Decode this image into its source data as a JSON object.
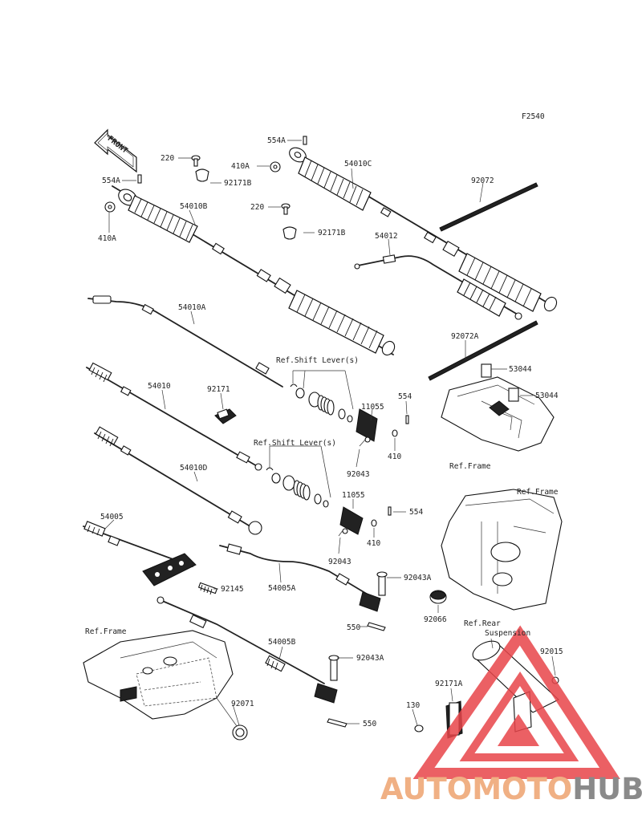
{
  "figure_id": "F2540",
  "front_label": "FRONT",
  "callouts": {
    "c554A_1": "554A",
    "c554A_2": "554A",
    "c220_1": "220",
    "c220_2": "220",
    "c410A_1": "410A",
    "c410A_2": "410A",
    "c92171B_1": "92171B",
    "c92171B_2": "92171B",
    "c54010C": "54010C",
    "c54010B": "54010B",
    "c92072": "92072",
    "c54012": "54012",
    "c54010A": "54010A",
    "c92072A": "92072A",
    "c53044_1": "53044",
    "c53044_2": "53044",
    "c54010": "54010",
    "c92171": "92171",
    "c11055_1": "11055",
    "c11055_2": "11055",
    "c554_1": "554",
    "c554_2": "554",
    "c410_1": "410",
    "c410_2": "410",
    "c92043_1": "92043",
    "c92043_2": "92043",
    "c54010D": "54010D",
    "c54005": "54005",
    "c92145": "92145",
    "c54005A": "54005A",
    "c92043A_1": "92043A",
    "c92043A_2": "92043A",
    "c550_1": "550",
    "c550_2": "550",
    "c92066": "92066",
    "c54005B": "54005B",
    "c92071": "92071",
    "c92015": "92015",
    "c92171A": "92171A",
    "c130": "130"
  },
  "refs": {
    "shift_lever_1": "Ref.Shift Lever(s)",
    "shift_lever_2": "Ref.Shift Lever(s)",
    "frame_1": "Ref.Frame",
    "frame_2": "Ref.Frame",
    "frame_3": "Ref.Frame",
    "rear_1": "Ref.Rear",
    "rear_2": "Suspension"
  },
  "watermark": {
    "part1": "AUTOMOTO",
    "part2": "HUB",
    "color_primary": "#e8454a",
    "color_light": "#f0b084",
    "color_gray": "#8a8a8a"
  }
}
